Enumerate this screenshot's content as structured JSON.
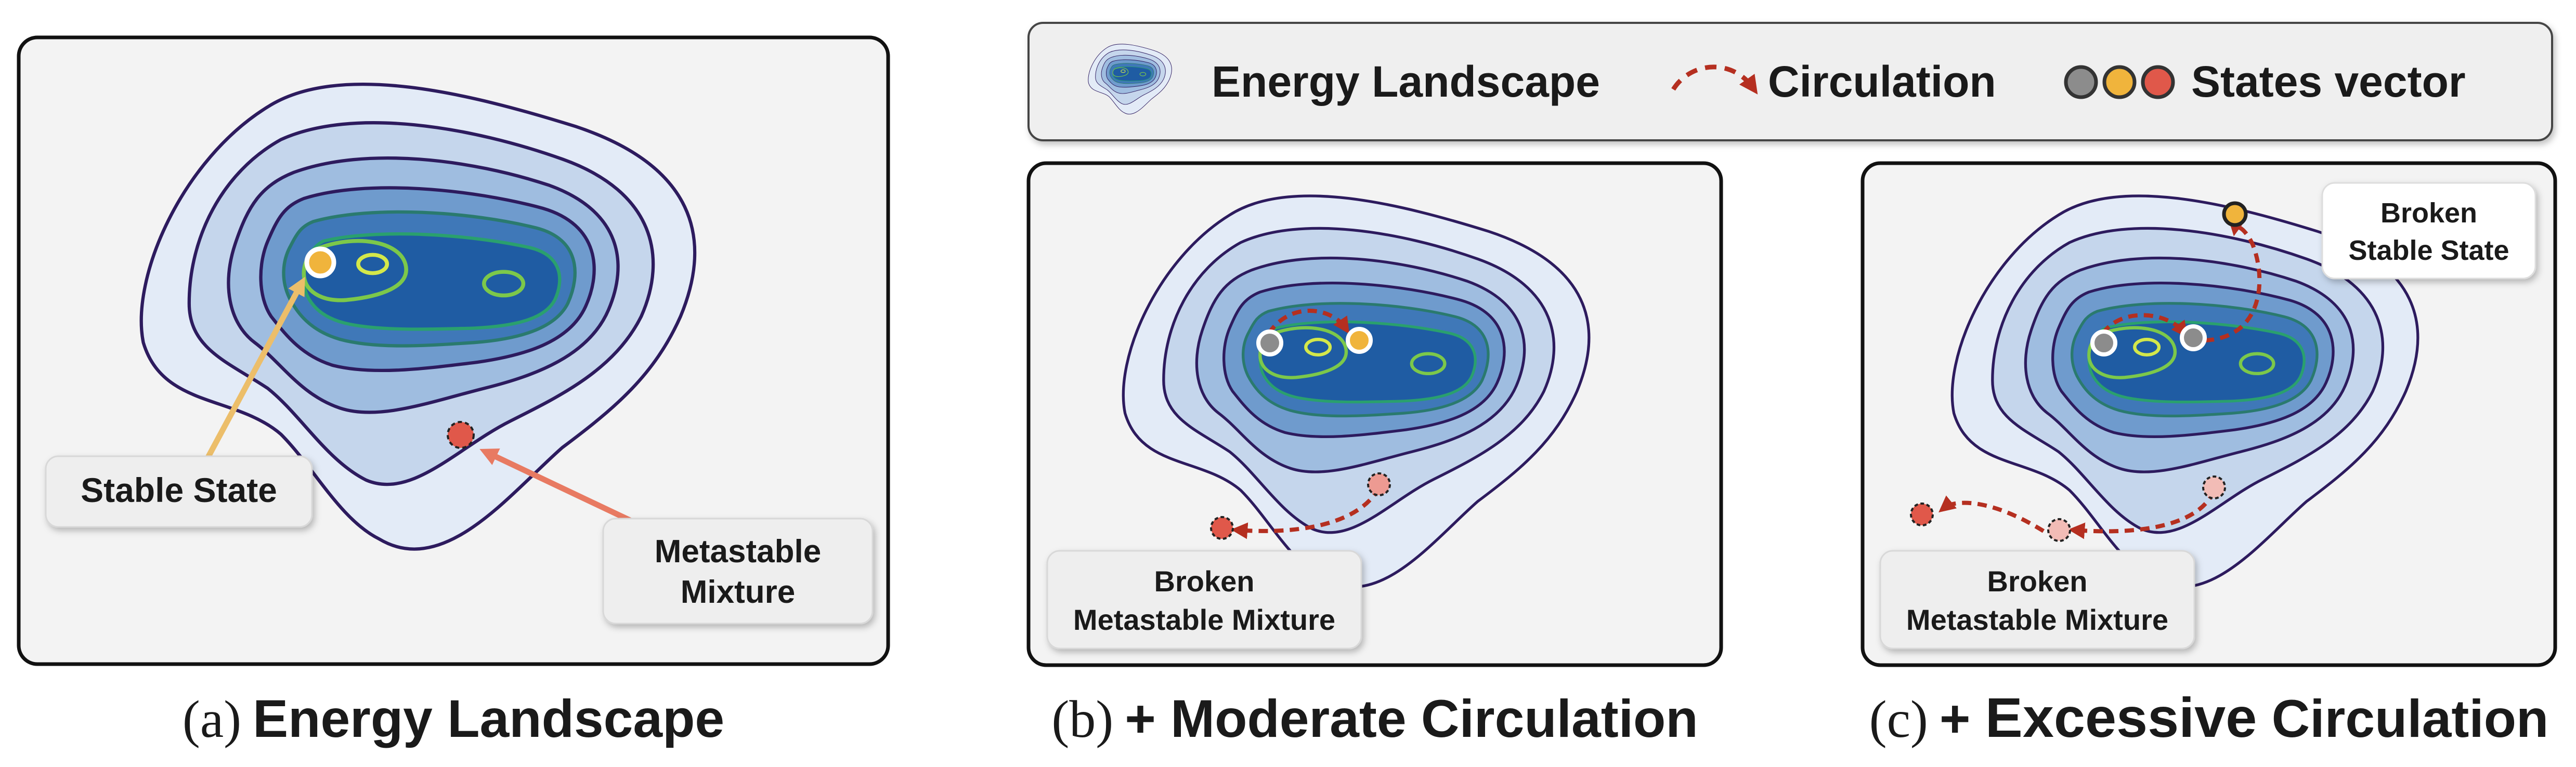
{
  "legend": {
    "energy_landscape": "Energy Landscape",
    "circulation": "Circulation",
    "states_vector": "States vector"
  },
  "panel_a": {
    "callout_stable": "Stable State",
    "callout_metastable_1": "Metastable",
    "callout_metastable_2": "Mixture",
    "caption_prefix": "(a)",
    "caption_title": "Energy Landscape"
  },
  "panel_b": {
    "callout_broken_1": "Broken",
    "callout_broken_2": "Metastable Mixture",
    "caption_prefix": "(b)",
    "caption_title": "+ Moderate Circulation"
  },
  "panel_c": {
    "callout_broken_stable_1": "Broken",
    "callout_broken_stable_2": "Stable State",
    "callout_broken_1": "Broken",
    "callout_broken_2": "Metastable Mixture",
    "caption_prefix": "(c)",
    "caption_title_a": "+ ",
    "caption_title_b": "Excessive",
    "caption_title_c": " Circulation"
  },
  "colors": {
    "contour_outline": "#2d1b5e",
    "contour_inner_line": "#7cc84a",
    "level_1": "#e3ebf7",
    "level_2": "#c5d6ec",
    "level_3": "#9fbde0",
    "level_4": "#6f9bcd",
    "level_5": "#3f78b8",
    "level_6": "#1f5ca3",
    "stable_state": "#f0b43c",
    "metastable_state": "#e0584a",
    "gray_state": "#8c8c8c",
    "circulation_arrow": "#b52f20",
    "stable_arrow": "#ecbe6a",
    "metastable_arrow": "#e87a62"
  }
}
